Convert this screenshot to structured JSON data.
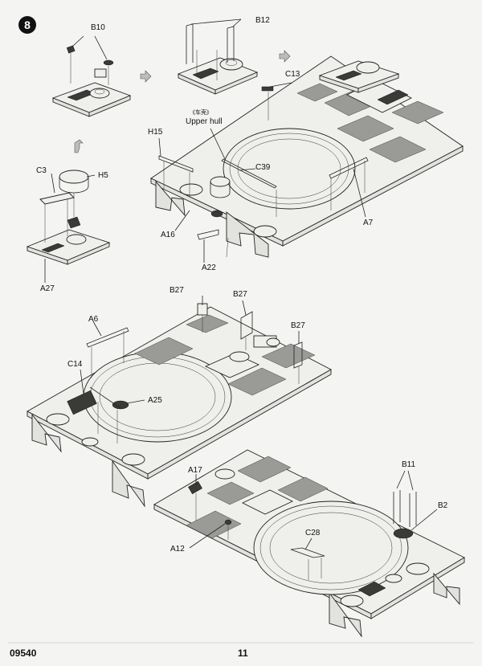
{
  "step_number": "8",
  "labels": {
    "b10": "B10",
    "b12": "B12",
    "c13": "C13",
    "h15": "H15",
    "upper_hull_cn": "《车壳》",
    "upper_hull": "Upper hull",
    "c39": "C39",
    "c3": "C3",
    "h5": "H5",
    "a7": "A7",
    "a16": "A16",
    "a22": "A22",
    "a27": "A27",
    "b27_1": "B27",
    "b27_2": "B27",
    "b27_3": "B27",
    "a6": "A6",
    "c14": "C14",
    "a25": "A25",
    "b11": "B11",
    "a17": "A17",
    "b2": "B2",
    "c28": "C28",
    "a12": "A12"
  },
  "footer": {
    "kit_number": "09540",
    "page_number": "11"
  },
  "colors": {
    "ink": "#111111",
    "paper": "#f4f4f2"
  }
}
